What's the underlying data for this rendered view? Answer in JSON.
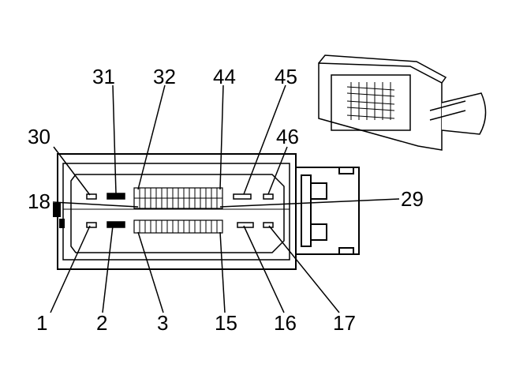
{
  "pin_labels": {
    "p1": "1",
    "p2": "2",
    "p3": "3",
    "p15": "15",
    "p16": "16",
    "p17": "17",
    "p18": "18",
    "p29": "29",
    "p30": "30",
    "p31": "31",
    "p32": "32",
    "p44": "44",
    "p45": "45",
    "p46": "46"
  }
}
